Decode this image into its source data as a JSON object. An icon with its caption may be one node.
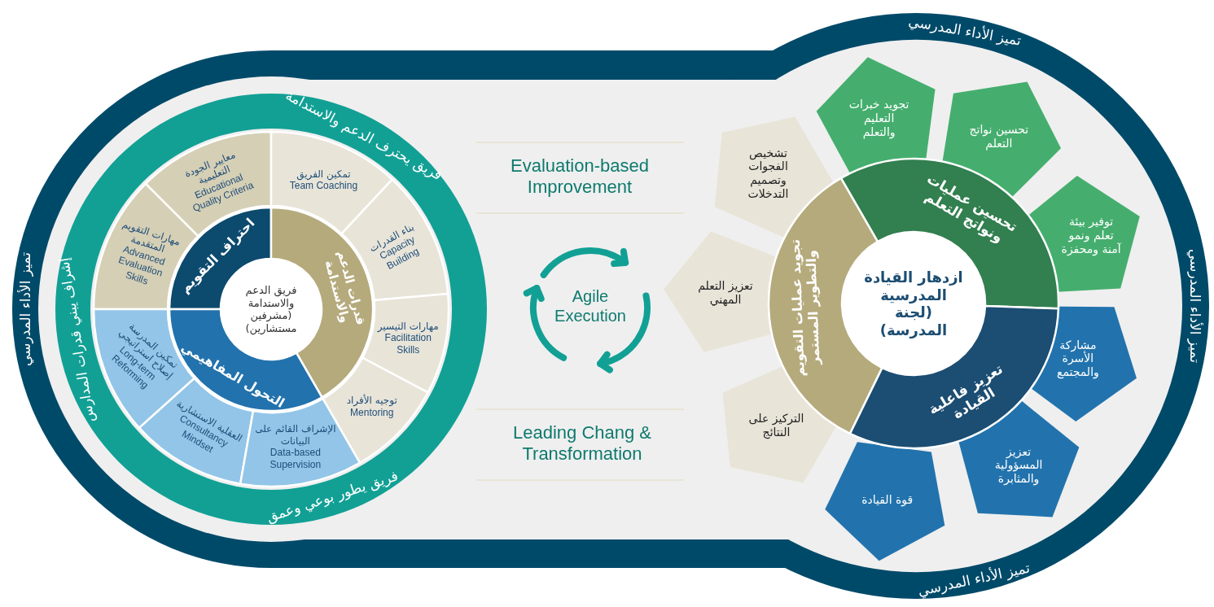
{
  "diagram": {
    "nodes": [
      {
        "text": [
          "تميز الأداء المدرسي",
          "تميز الأداء المدرسي",
          "تميز الأداء المدرسي",
          "تميز الأداء المدرسي"
        ]
      },
      {
        "text": [
          "فريق يحترف الدعم والاستدامة",
          "إشراف يبني قدرات المدارس",
          "فريق يطور بوعي وعمق"
        ],
        "in": 0
      },
      {
        "text": [
          "فريق الدعم والاستدامة (مشرفين مستشارين)"
        ],
        "in": 1
      },
      {
        "text": [
          "احتراف التقويم"
        ],
        "in": 1
      },
      {
        "text": [
          "قدرات الدعم والاستدامة"
        ],
        "in": 1
      },
      {
        "text": [
          "التحول المفاهيمي"
        ],
        "in": 1
      },
      {
        "text": [
          "معايير الجودة التعليمية",
          "Educational Quality Criteria"
        ],
        "in": 1
      },
      {
        "text": [
          "مهارات التقويم المتقدمة",
          "Advanced Evaluation Skills"
        ],
        "in": 1
      },
      {
        "text": [
          "تمكين الفريق",
          "Team Coaching"
        ],
        "in": 1
      },
      {
        "text": [
          "بناء القدرات",
          "Capacity Building"
        ],
        "in": 1
      },
      {
        "text": [
          "مهارات التيسير",
          "Facilitation Skills"
        ],
        "in": 1
      },
      {
        "text": [
          "توجيه الأفراد",
          "Mentoring"
        ],
        "in": 1
      },
      {
        "text": [
          "تمكين المدرسة إصلاح استراتيجي",
          "Long-term Reforming"
        ],
        "in": 1
      },
      {
        "text": [
          "العقلية الاستشارية",
          "Consultancy Mindset"
        ],
        "in": 1
      },
      {
        "text": [
          "الإشراف القائم على البيانات",
          "Data-based Supervision"
        ],
        "in": 1
      },
      {
        "text": [
          "ازدهار القيادة المدرسية (لجنة المدرسة)"
        ],
        "in": 0
      },
      {
        "text": [
          "تجويد عمليات التقويم والتطوير المستمر"
        ],
        "in": 0
      },
      {
        "text": [
          "تحسين عمليات ونواتج التعلم"
        ],
        "in": 0
      },
      {
        "text": [
          "تعزيز فاعلية القيادة"
        ],
        "in": 0
      },
      {
        "text": [
          "تشخيص الفجوات وتصميم التدخلات"
        ],
        "in": 0
      },
      {
        "text": [
          "تعزيز التعلم المهني"
        ],
        "in": 0
      },
      {
        "text": [
          "التركيز على النتائج"
        ],
        "in": 0
      },
      {
        "text": [
          "تجويد خبرات التعليم والتعلم"
        ],
        "in": 0
      },
      {
        "text": [
          "تحسين نواتج التعلم"
        ],
        "in": 0
      },
      {
        "text": [
          "توفير بيئة تعلم ونمو آمنة ومحفزة"
        ],
        "in": 0
      },
      {
        "text": [
          "مشاركة الأسرة والمجتمع"
        ],
        "in": 0
      },
      {
        "text": [
          "تعزيز المسؤولية والمثابرة"
        ],
        "in": 0
      },
      {
        "text": [
          "قوة القيادة"
        ],
        "in": 0
      }
    ],
    "labels": [
      "Evaluation-based Improvement",
      "Agile Execution",
      "Leading Chang & Transformation"
    ]
  }
}
